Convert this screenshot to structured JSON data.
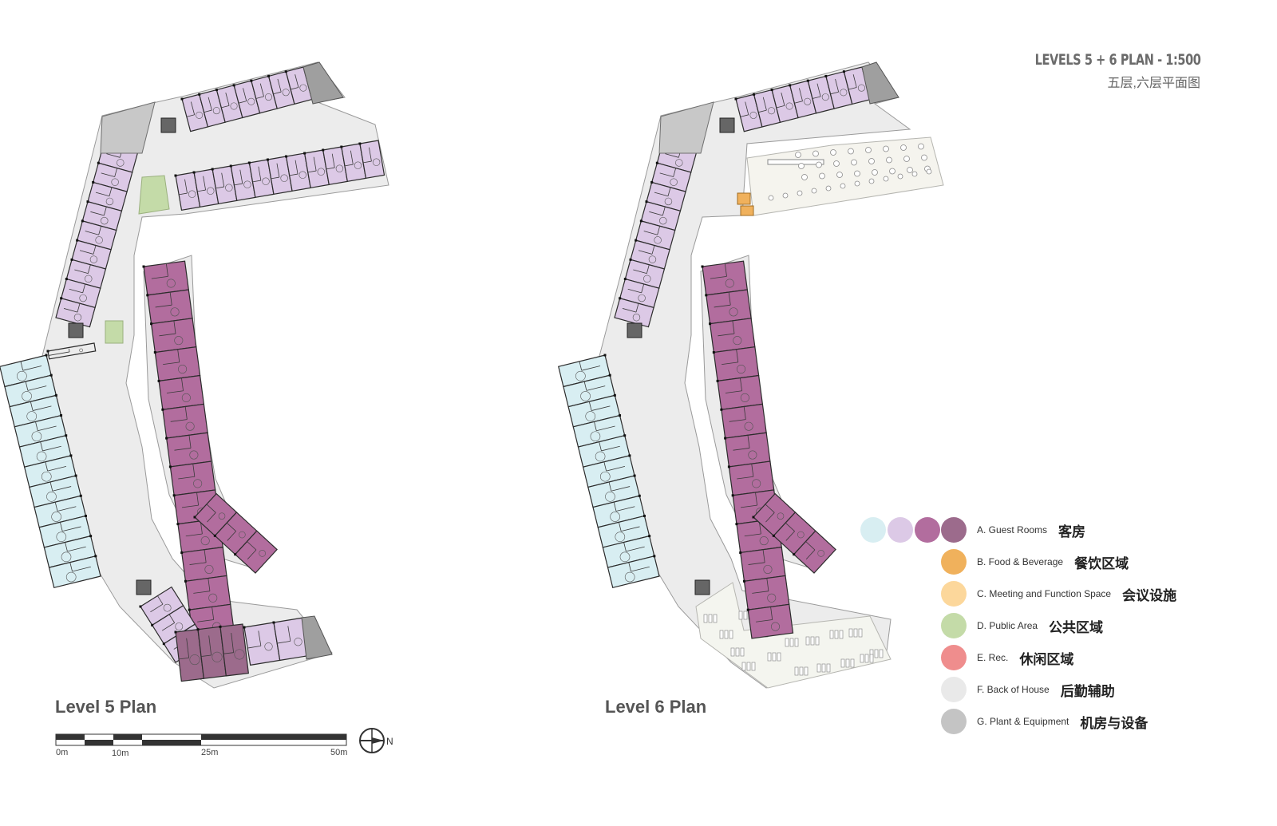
{
  "title": {
    "main": "LEVELS 5 + 6 PLAN - 1:500",
    "sub": "五层,六层平面图"
  },
  "plans": {
    "level5": "Level 5 Plan",
    "level6": "Level 6 Plan"
  },
  "scale_bar": {
    "ticks": [
      "0m",
      "10m",
      "25m",
      "50m"
    ]
  },
  "north_label": "N",
  "colors": {
    "guest_light_blue": "#d8eef2",
    "guest_lavender": "#dcc9e6",
    "guest_magenta": "#b26d9e",
    "guest_dark_mauve": "#9c6b8c",
    "food_beverage": "#f0b15c",
    "meeting": "#fcd79b",
    "public_area": "#c4dba8",
    "rec": "#ef8d8d",
    "back_of_house": "#e9e9e9",
    "plant_equipment": "#c4c4c4"
  },
  "legend": [
    {
      "en": "A. Guest Rooms",
      "zh": "客房"
    },
    {
      "en": "B. Food & Beverage",
      "zh": "餐饮区域"
    },
    {
      "en": "C. Meeting and Function Space",
      "zh": "会议设施"
    },
    {
      "en": "D. Public Area",
      "zh": "公共区域"
    },
    {
      "en": "E. Rec.",
      "zh": "休闲区域"
    },
    {
      "en": "F. Back of House",
      "zh": "后勤辅助"
    },
    {
      "en": "G. Plant & Equipment",
      "zh": "机房与设备"
    }
  ]
}
